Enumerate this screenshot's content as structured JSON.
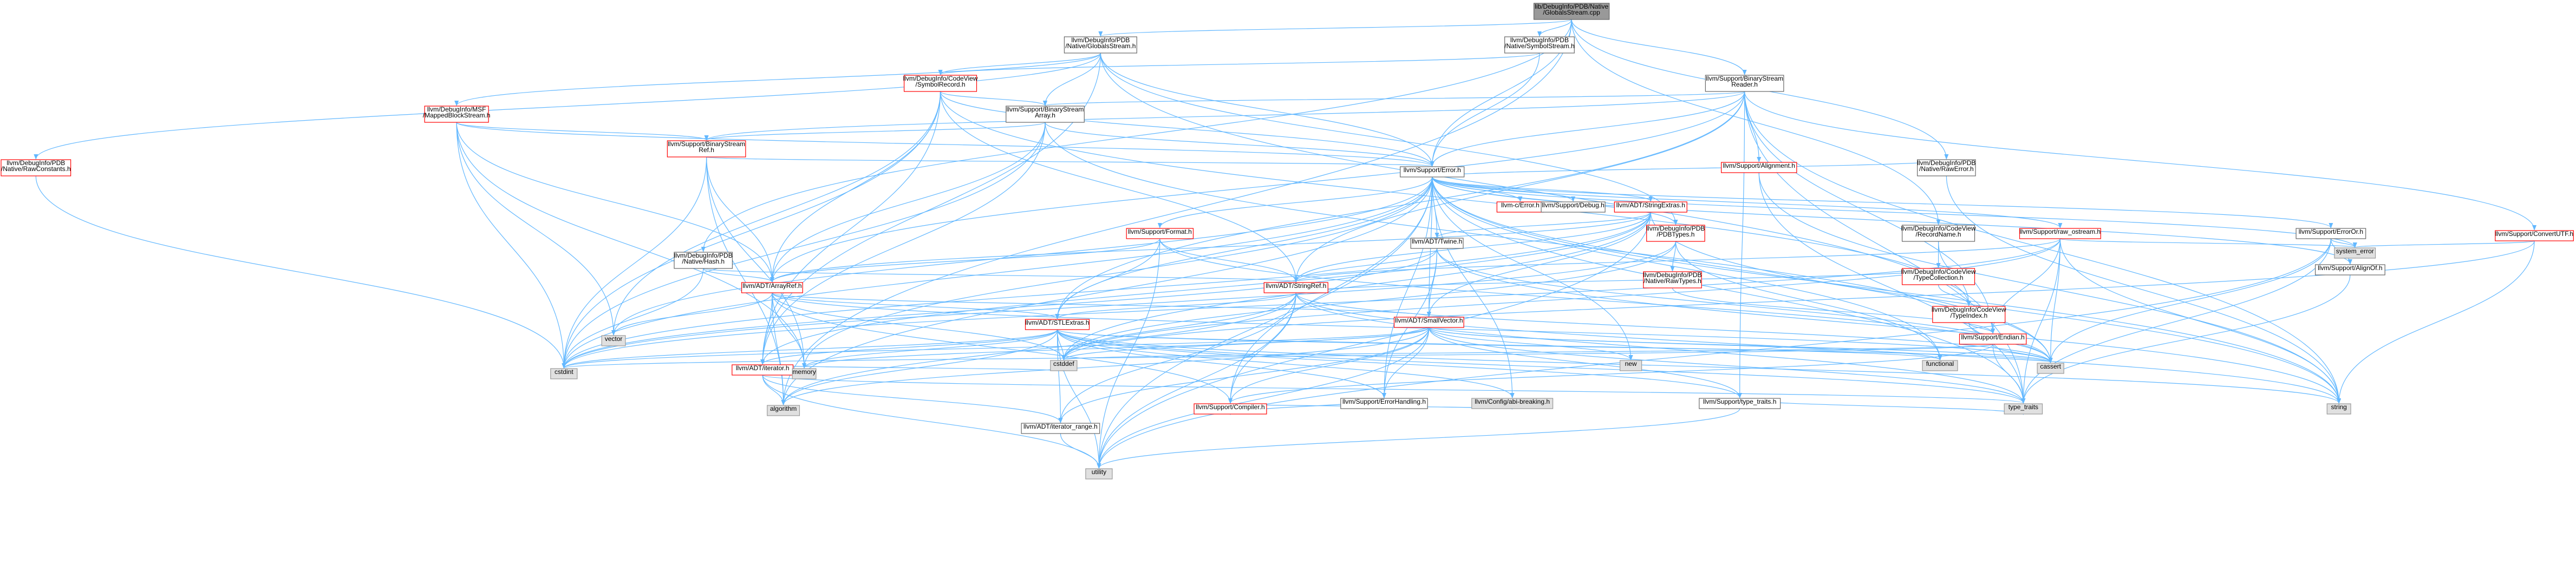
{
  "graph": {
    "title": "",
    "colors": {
      "root_fill": "#999999",
      "node_fill": "#ffffff",
      "node_border": "#666666",
      "incomplete_border": "#ff0000",
      "external_fill": "#e0e0e0",
      "external_border": "#999999",
      "edge": "#63b8ff"
    },
    "nodes": [
      {
        "id": "root",
        "lines": [
          "lib/DebugInfo/PDB/Native",
          "/GlobalsStream.cpp"
        ],
        "style": "root"
      },
      {
        "id": "globals_h",
        "lines": [
          "llvm/DebugInfo/PDB",
          "/Native/GlobalsStream.h"
        ],
        "style": "normal"
      },
      {
        "id": "symstream_h",
        "lines": [
          "llvm/DebugInfo/PDB",
          "/Native/SymbolStream.h"
        ],
        "style": "normal"
      },
      {
        "id": "bsreader_h",
        "lines": [
          "llvm/Support/BinaryStream",
          "Reader.h"
        ],
        "style": "normal"
      },
      {
        "id": "rawerror_h",
        "lines": [
          "llvm/DebugInfo/PDB",
          "/Native/RawError.h"
        ],
        "style": "normal"
      },
      {
        "id": "rawconst_h",
        "lines": [
          "llvm/DebugInfo/PDB",
          "/Native/RawConstants.h"
        ],
        "style": "incomplete"
      },
      {
        "id": "msf_h",
        "lines": [
          "llvm/DebugInfo/MSF",
          "/MappedBlockStream.h"
        ],
        "style": "incomplete"
      },
      {
        "id": "symrec_h",
        "lines": [
          "llvm/DebugInfo/CodeView",
          "/SymbolRecord.h"
        ],
        "style": "incomplete"
      },
      {
        "id": "bsarray_h",
        "lines": [
          "llvm/Support/BinaryStream",
          "Array.h"
        ],
        "style": "normal"
      },
      {
        "id": "bsref_h",
        "lines": [
          "llvm/Support/BinaryStream",
          "Ref.h"
        ],
        "style": "incomplete"
      },
      {
        "id": "error_h",
        "lines": [
          "llvm/Support/Error.h"
        ],
        "style": "normal"
      },
      {
        "id": "alignment_h",
        "lines": [
          "llvm/Support/Alignment.h"
        ],
        "style": "incomplete"
      },
      {
        "id": "hash_h",
        "lines": [
          "llvm/DebugInfo/PDB",
          "/Native/Hash.h"
        ],
        "style": "normal"
      },
      {
        "id": "cerror_h",
        "lines": [
          "llvm-c/Error.h"
        ],
        "style": "incomplete"
      },
      {
        "id": "debug_h",
        "lines": [
          "llvm/Support/Debug.h"
        ],
        "style": "normal"
      },
      {
        "id": "stringextras_h",
        "lines": [
          "llvm/ADT/StringExtras.h"
        ],
        "style": "incomplete"
      },
      {
        "id": "format_h",
        "lines": [
          "llvm/Support/Format.h"
        ],
        "style": "incomplete"
      },
      {
        "id": "twine_h",
        "lines": [
          "llvm/ADT/Twine.h"
        ],
        "style": "normal"
      },
      {
        "id": "pdbtypes_h",
        "lines": [
          "llvm/DebugInfo/PDB",
          "/PDBTypes.h"
        ],
        "style": "incomplete"
      },
      {
        "id": "recordname_h",
        "lines": [
          "llvm/DebugInfo/CodeView",
          "/RecordName.h"
        ],
        "style": "normal"
      },
      {
        "id": "rawostream_h",
        "lines": [
          "llvm/Support/raw_ostream.h"
        ],
        "style": "incomplete"
      },
      {
        "id": "erroror_h",
        "lines": [
          "llvm/Support/ErrorOr.h"
        ],
        "style": "normal"
      },
      {
        "id": "convertutf_h",
        "lines": [
          "llvm/Support/ConvertUTF.h"
        ],
        "style": "incomplete"
      },
      {
        "id": "typecoll_h",
        "lines": [
          "llvm/DebugInfo/CodeView",
          "/TypeCollection.h"
        ],
        "style": "incomplete"
      },
      {
        "id": "arrayref_h",
        "lines": [
          "llvm/ADT/ArrayRef.h"
        ],
        "style": "incomplete"
      },
      {
        "id": "stringref_h",
        "lines": [
          "llvm/ADT/StringRef.h"
        ],
        "style": "incomplete"
      },
      {
        "id": "rawtypes_h",
        "lines": [
          "llvm/DebugInfo/PDB",
          "/Native/RawTypes.h"
        ],
        "style": "incomplete"
      },
      {
        "id": "typeindex_h",
        "lines": [
          "llvm/DebugInfo/CodeView",
          "/TypeIndex.h"
        ],
        "style": "incomplete"
      },
      {
        "id": "alignof_h",
        "lines": [
          "llvm/Support/AlignOf.h"
        ],
        "style": "normal"
      },
      {
        "id": "systemerror",
        "lines": [
          "system_error"
        ],
        "style": "external"
      },
      {
        "id": "stlextras_h",
        "lines": [
          "llvm/ADT/STLExtras.h"
        ],
        "style": "incomplete"
      },
      {
        "id": "smallvector_h",
        "lines": [
          "llvm/ADT/SmallVector.h"
        ],
        "style": "incomplete"
      },
      {
        "id": "endian_h",
        "lines": [
          "llvm/Support/Endian.h"
        ],
        "style": "incomplete"
      },
      {
        "id": "vector",
        "lines": [
          "vector"
        ],
        "style": "external"
      },
      {
        "id": "iterator_h",
        "lines": [
          "llvm/ADT/iterator.h"
        ],
        "style": "incomplete"
      },
      {
        "id": "cstddef",
        "lines": [
          "cstddef"
        ],
        "style": "external"
      },
      {
        "id": "new",
        "lines": [
          "new"
        ],
        "style": "external"
      },
      {
        "id": "errorhandling_h",
        "lines": [
          "llvm/Support/ErrorHandling.h"
        ],
        "style": "normal"
      },
      {
        "id": "abibreaking_h",
        "lines": [
          "llvm/Config/abi-breaking.h"
        ],
        "style": "external"
      },
      {
        "id": "typetraits_llvm_h",
        "lines": [
          "llvm/Support/type_traits.h"
        ],
        "style": "normal"
      },
      {
        "id": "functional",
        "lines": [
          "functional"
        ],
        "style": "external"
      },
      {
        "id": "cassert",
        "lines": [
          "cassert"
        ],
        "style": "external"
      },
      {
        "id": "cstdint",
        "lines": [
          "cstdint"
        ],
        "style": "external"
      },
      {
        "id": "memory",
        "lines": [
          "memory"
        ],
        "style": "external"
      },
      {
        "id": "algorithm",
        "lines": [
          "algorithm"
        ],
        "style": "external"
      },
      {
        "id": "iterrange_h",
        "lines": [
          "llvm/ADT/iterator_range.h"
        ],
        "style": "normal"
      },
      {
        "id": "compiler_h",
        "lines": [
          "llvm/Support/Compiler.h"
        ],
        "style": "incomplete"
      },
      {
        "id": "typetraits",
        "lines": [
          "type_traits"
        ],
        "style": "external"
      },
      {
        "id": "string",
        "lines": [
          "string"
        ],
        "style": "external"
      },
      {
        "id": "utility",
        "lines": [
          "utility"
        ],
        "style": "external"
      }
    ],
    "edges": [
      [
        "root",
        "globals_h"
      ],
      [
        "root",
        "symstream_h"
      ],
      [
        "root",
        "bsreader_h"
      ],
      [
        "root",
        "rawerror_h"
      ],
      [
        "root",
        "recordname_h"
      ],
      [
        "root",
        "error_h"
      ],
      [
        "root",
        "hash_h"
      ],
      [
        "root",
        "algorithm"
      ],
      [
        "globals_h",
        "rawconst_h"
      ],
      [
        "globals_h",
        "msf_h"
      ],
      [
        "globals_h",
        "symrec_h"
      ],
      [
        "globals_h",
        "bsarray_h"
      ],
      [
        "globals_h",
        "error_h"
      ],
      [
        "globals_h",
        "pdbtypes_h"
      ],
      [
        "globals_h",
        "iterator_h"
      ],
      [
        "globals_h",
        "endian_h"
      ],
      [
        "symstream_h",
        "symrec_h"
      ],
      [
        "symstream_h",
        "error_h"
      ],
      [
        "bsreader_h",
        "bsarray_h"
      ],
      [
        "bsreader_h",
        "bsref_h"
      ],
      [
        "bsreader_h",
        "error_h"
      ],
      [
        "bsreader_h",
        "alignment_h"
      ],
      [
        "bsreader_h",
        "convertutf_h"
      ],
      [
        "bsreader_h",
        "arrayref_h"
      ],
      [
        "bsreader_h",
        "stringref_h"
      ],
      [
        "bsreader_h",
        "endian_h"
      ],
      [
        "bsreader_h",
        "typetraits_llvm_h"
      ],
      [
        "bsreader_h",
        "stlextras_h"
      ],
      [
        "bsreader_h",
        "string"
      ],
      [
        "bsreader_h",
        "typetraits"
      ],
      [
        "rawerror_h",
        "error_h"
      ],
      [
        "rawerror_h",
        "string"
      ],
      [
        "rawconst_h",
        "cstdint"
      ],
      [
        "msf_h",
        "bsref_h"
      ],
      [
        "msf_h",
        "arrayref_h"
      ],
      [
        "msf_h",
        "error_h"
      ],
      [
        "msf_h",
        "cstdint"
      ],
      [
        "msf_h",
        "memory"
      ],
      [
        "msf_h",
        "vector"
      ],
      [
        "symrec_h",
        "bsarray_h"
      ],
      [
        "symrec_h",
        "error_h"
      ],
      [
        "symrec_h",
        "arrayref_h"
      ],
      [
        "symrec_h",
        "stringref_h"
      ],
      [
        "symrec_h",
        "iterator_h"
      ],
      [
        "symrec_h",
        "typeindex_h"
      ],
      [
        "symrec_h",
        "cstdint"
      ],
      [
        "symrec_h",
        "vector"
      ],
      [
        "bsarray_h",
        "bsref_h"
      ],
      [
        "bsarray_h",
        "error_h"
      ],
      [
        "bsarray_h",
        "arrayref_h"
      ],
      [
        "bsarray_h",
        "iterator_h"
      ],
      [
        "bsarray_h",
        "cassert"
      ],
      [
        "bsarray_h",
        "cstdint"
      ],
      [
        "bsref_h",
        "error_h"
      ],
      [
        "bsref_h",
        "arrayref_h"
      ],
      [
        "bsref_h",
        "cstdint"
      ],
      [
        "bsref_h",
        "memory"
      ],
      [
        "bsref_h",
        "algorithm"
      ],
      [
        "error_h",
        "cerror_h"
      ],
      [
        "error_h",
        "debug_h"
      ],
      [
        "error_h",
        "stringextras_h"
      ],
      [
        "error_h",
        "format_h"
      ],
      [
        "error_h",
        "twine_h"
      ],
      [
        "error_h",
        "rawostream_h"
      ],
      [
        "error_h",
        "erroror_h"
      ],
      [
        "error_h",
        "stlextras_h"
      ],
      [
        "error_h",
        "smallvector_h"
      ],
      [
        "error_h",
        "abibreaking_h"
      ],
      [
        "error_h",
        "compiler_h"
      ],
      [
        "error_h",
        "errorhandling_h"
      ],
      [
        "error_h",
        "algorithm"
      ],
      [
        "error_h",
        "cassert"
      ],
      [
        "error_h",
        "cstdint"
      ],
      [
        "error_h",
        "cstdlib"
      ],
      [
        "error_h",
        "functional"
      ],
      [
        "error_h",
        "memory"
      ],
      [
        "error_h",
        "new"
      ],
      [
        "error_h",
        "string"
      ],
      [
        "error_h",
        "systemerror"
      ],
      [
        "error_h",
        "typetraits"
      ],
      [
        "error_h",
        "utility"
      ],
      [
        "error_h",
        "vector"
      ],
      [
        "error_h",
        "pdbtypes_h"
      ],
      [
        "error_h",
        "alignof_h"
      ],
      [
        "alignment_h",
        "typetraits"
      ],
      [
        "alignment_h",
        "string"
      ],
      [
        "hash_h",
        "arrayref_h"
      ],
      [
        "hash_h",
        "stringref_h"
      ],
      [
        "hash_h",
        "cstdint"
      ],
      [
        "stringextras_h",
        "arrayref_h"
      ],
      [
        "stringextras_h",
        "smallvector_h"
      ],
      [
        "stringextras_h",
        "stringref_h"
      ],
      [
        "stringextras_h",
        "twine_h"
      ],
      [
        "stringextras_h",
        "cstddef"
      ],
      [
        "stringextras_h",
        "cstdint"
      ],
      [
        "stringextras_h",
        "string"
      ],
      [
        "stringextras_h",
        "utility"
      ],
      [
        "stringextras_h",
        "iterator_h"
      ],
      [
        "format_h",
        "arrayref_h"
      ],
      [
        "format_h",
        "stlextras_h"
      ],
      [
        "format_h",
        "stringref_h"
      ],
      [
        "format_h",
        "cassert"
      ],
      [
        "format_h",
        "cstdio"
      ],
      [
        "format_h",
        "utility"
      ],
      [
        "twine_h",
        "smallvector_h"
      ],
      [
        "twine_h",
        "stringref_h"
      ],
      [
        "twine_h",
        "errorhandling_h"
      ],
      [
        "twine_h",
        "cassert"
      ],
      [
        "twine_h",
        "cstdint"
      ],
      [
        "twine_h",
        "string"
      ],
      [
        "pdbtypes_h",
        "rawtypes_h"
      ],
      [
        "pdbtypes_h",
        "functional"
      ],
      [
        "pdbtypes_h",
        "cstdint"
      ],
      [
        "pdbtypes_h",
        "cstddef"
      ],
      [
        "recordname_h",
        "typecoll_h"
      ],
      [
        "recordname_h",
        "typeindex_h"
      ],
      [
        "typecoll_h",
        "stringref_h"
      ],
      [
        "typecoll_h",
        "typeindex_h"
      ],
      [
        "rawostream_h",
        "stringref_h"
      ],
      [
        "rawostream_h",
        "cassert"
      ],
      [
        "rawostream_h",
        "cstddef"
      ],
      [
        "rawostream_h",
        "cstdint"
      ],
      [
        "rawostream_h",
        "string"
      ],
      [
        "rawostream_h",
        "systemerror"
      ],
      [
        "rawostream_h",
        "typetraits"
      ],
      [
        "rawostream_h",
        "endian_h"
      ],
      [
        "erroror_h",
        "alignof_h"
      ],
      [
        "erroror_h",
        "cassert"
      ],
      [
        "erroror_h",
        "systemerror"
      ],
      [
        "erroror_h",
        "typetraits"
      ],
      [
        "erroror_h",
        "utility"
      ],
      [
        "convertutf_h",
        "systemerror"
      ],
      [
        "convertutf_h",
        "string"
      ],
      [
        "convertutf_h",
        "cstddef"
      ],
      [
        "arrayref_h",
        "smallvector_h"
      ],
      [
        "arrayref_h",
        "stlextras_h"
      ],
      [
        "arrayref_h",
        "compiler_h"
      ],
      [
        "arrayref_h",
        "algorithm"
      ],
      [
        "arrayref_h",
        "cassert"
      ],
      [
        "arrayref_h",
        "cstddef"
      ],
      [
        "arrayref_h",
        "memory"
      ],
      [
        "arrayref_h",
        "vector"
      ],
      [
        "arrayref_h",
        "iterator_h"
      ],
      [
        "stringref_h",
        "stlextras_h"
      ],
      [
        "stringref_h",
        "iterrange_h"
      ],
      [
        "stringref_h",
        "compiler_h"
      ],
      [
        "stringref_h",
        "algorithm"
      ],
      [
        "stringref_h",
        "cassert"
      ],
      [
        "stringref_h",
        "cstddef"
      ],
      [
        "stringref_h",
        "cstring"
      ],
      [
        "stringref_h",
        "limits"
      ],
      [
        "stringref_h",
        "string"
      ],
      [
        "stringref_h",
        "typetraits"
      ],
      [
        "stringref_h",
        "utility"
      ],
      [
        "rawtypes_h",
        "endian_h"
      ],
      [
        "typeindex_h",
        "endian_h"
      ],
      [
        "typeindex_h",
        "cassert"
      ],
      [
        "typeindex_h",
        "cinttypes"
      ],
      [
        "alignof_h",
        "typetraits"
      ],
      [
        "stlextras_h",
        "iterator_h"
      ],
      [
        "stlextras_h",
        "iterrange_h"
      ],
      [
        "stlextras_h",
        "errorhandling_h"
      ],
      [
        "stlextras_h",
        "abibreaking_h"
      ],
      [
        "stlextras_h",
        "typetraits_llvm_h"
      ],
      [
        "stlextras_h",
        "algorithm"
      ],
      [
        "stlextras_h",
        "cassert"
      ],
      [
        "stlextras_h",
        "cstddef"
      ],
      [
        "stlextras_h",
        "cstdint"
      ],
      [
        "stlextras_h",
        "functional"
      ],
      [
        "stlextras_h",
        "memory"
      ],
      [
        "stlextras_h",
        "utility"
      ],
      [
        "stlextras_h",
        "string"
      ],
      [
        "stlextras_h",
        "typetraits"
      ],
      [
        "smallvector_h",
        "compiler_h"
      ],
      [
        "smallvector_h",
        "typetraits_llvm_h"
      ],
      [
        "smallvector_h",
        "algorithm"
      ],
      [
        "smallvector_h",
        "cassert"
      ],
      [
        "smallvector_h",
        "cstddef"
      ],
      [
        "smallvector_h",
        "cstdint"
      ],
      [
        "smallvector_h",
        "functional"
      ],
      [
        "smallvector_h",
        "memory"
      ],
      [
        "smallvector_h",
        "new"
      ],
      [
        "smallvector_h",
        "typetraits"
      ],
      [
        "smallvector_h",
        "utility"
      ],
      [
        "smallvector_h",
        "iterrange_h"
      ],
      [
        "smallvector_h",
        "errorhandling_h"
      ],
      [
        "endian_h",
        "compiler_h"
      ],
      [
        "endian_h",
        "cassert"
      ],
      [
        "endian_h",
        "cstddef"
      ],
      [
        "endian_h",
        "cstdint"
      ],
      [
        "endian_h",
        "typetraits"
      ],
      [
        "iterator_h",
        "iterrange_h"
      ],
      [
        "iterator_h",
        "algorithm"
      ],
      [
        "iterator_h",
        "cstddef"
      ],
      [
        "iterator_h",
        "typetraits"
      ],
      [
        "iterator_h",
        "utility"
      ],
      [
        "errorhandling_h",
        "compiler_h"
      ],
      [
        "typetraits_llvm_h",
        "typetraits"
      ],
      [
        "typetraits_llvm_h",
        "utility"
      ],
      [
        "iterrange_h",
        "utility"
      ],
      [
        "compiler_h",
        "abibreaking_h"
      ]
    ]
  }
}
